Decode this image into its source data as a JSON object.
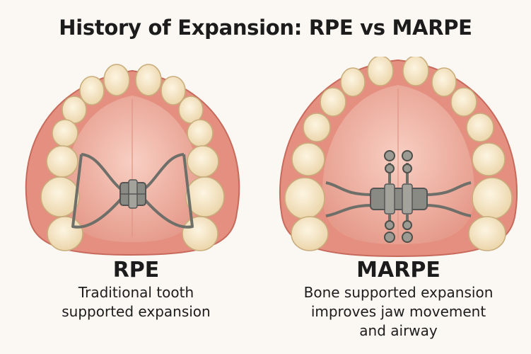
{
  "title": "History of Expansion: RPE vs MARPE",
  "panels": [
    {
      "name": "RPE",
      "lines": [
        "Traditional tooth",
        "supported expansion"
      ]
    },
    {
      "name": "MARPE",
      "lines": [
        "Bone supported expansion",
        "improves jaw movement",
        "and airway"
      ]
    }
  ],
  "colors": {
    "gum": "#e48f80",
    "gum_dark": "#c76a5c",
    "palate": "#f3b6a7",
    "tooth": "#f6e8c8",
    "tooth_edge": "#c9ad7c",
    "metal": "#7d7d78"
  }
}
